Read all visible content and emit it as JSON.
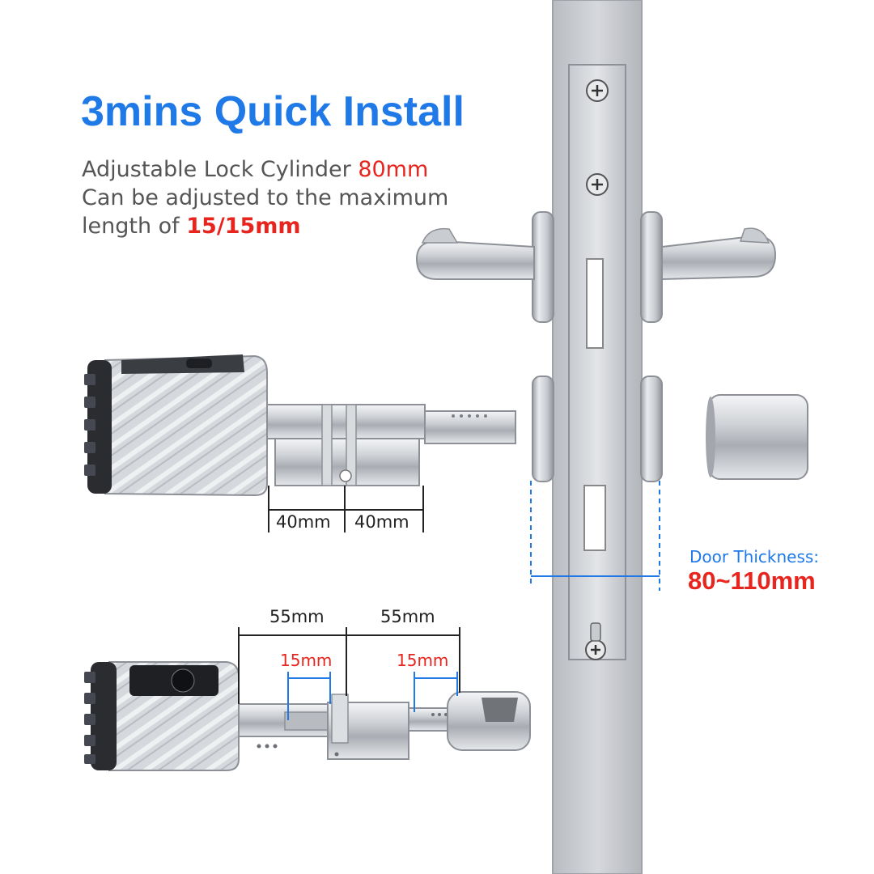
{
  "header": {
    "title": "3mins Quick Install",
    "line1_prefix": "Adjustable Lock Cylinder",
    "line1_value": "80mm",
    "line2": "Can be adjusted to the maximum",
    "line3_prefix": "length of",
    "line3_value": "15/15mm"
  },
  "top_lock": {
    "left_dim": "40mm",
    "right_dim": "40mm"
  },
  "bottom_lock": {
    "left_dim": "55mm",
    "right_dim": "55mm",
    "left_adjust": "15mm",
    "right_adjust": "15mm"
  },
  "door": {
    "thickness_label": "Door Thickness:",
    "thickness_value": "80~110mm"
  },
  "colors": {
    "accent_blue": "#1f7ae8",
    "accent_red": "#e8241e"
  }
}
